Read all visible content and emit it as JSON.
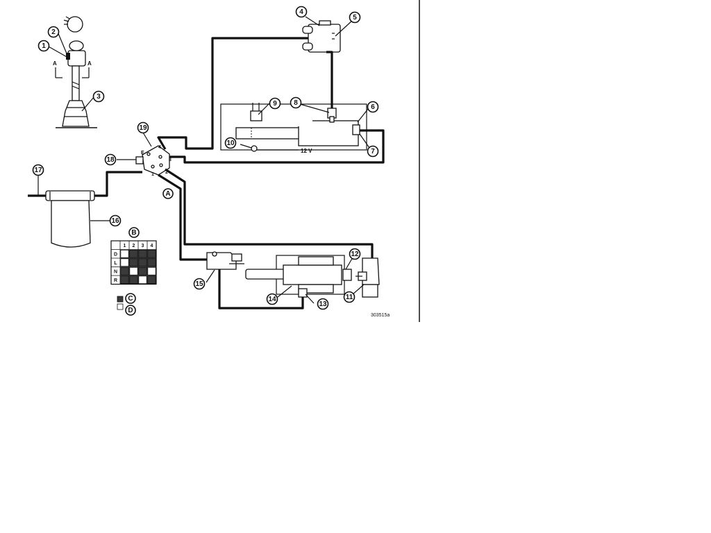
{
  "figure_code": "303515a",
  "supply_voltage": "12 V",
  "section_markers": [
    "A",
    "A"
  ],
  "ports": {
    "e": "E",
    "p1": "1",
    "p2": "2",
    "p3": "3",
    "p4": "4"
  },
  "detail_labels": {
    "A": "A",
    "B": "B",
    "C": "C",
    "D": "D"
  },
  "callouts": [
    "1",
    "2",
    "3",
    "4",
    "5",
    "6",
    "7",
    "8",
    "9",
    "10",
    "11",
    "12",
    "13",
    "14",
    "15",
    "16",
    "17",
    "18",
    "19"
  ],
  "shift_table": {
    "columns": [
      "1",
      "2",
      "3",
      "4"
    ],
    "rows": [
      {
        "label": "D",
        "cells": [
          "white",
          "dark",
          "dark",
          "dark"
        ]
      },
      {
        "label": "L",
        "cells": [
          "white",
          "dark",
          "dark",
          "dark"
        ]
      },
      {
        "label": "N",
        "cells": [
          "dark",
          "white",
          "dark",
          "white"
        ]
      },
      {
        "label": "R",
        "cells": [
          "dark",
          "dark",
          "white",
          "dark"
        ]
      }
    ]
  },
  "legend": {
    "C": "dark",
    "D": "white"
  },
  "colors": {
    "line": "#111111",
    "dark_cell": "#3a3a3a",
    "background": "#ffffff"
  }
}
